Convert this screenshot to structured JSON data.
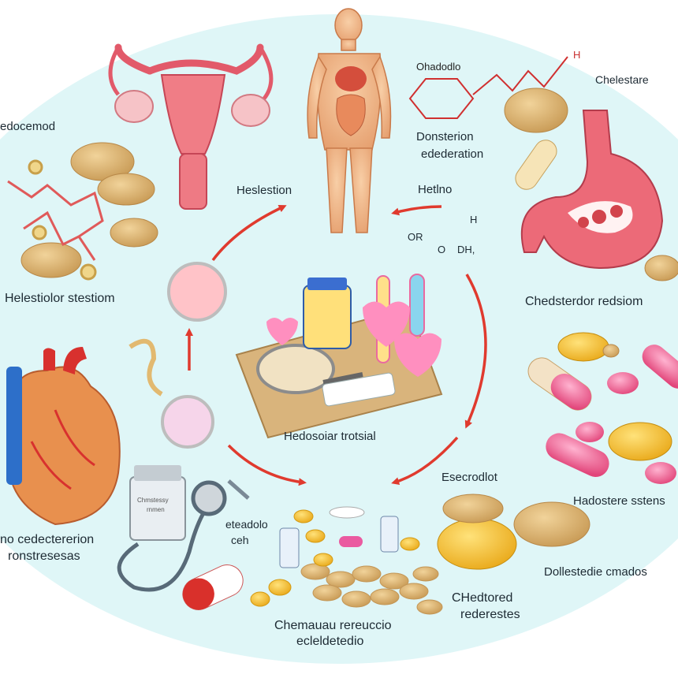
{
  "labels": {
    "ovary_left": "edocemod",
    "fat_tissue": "Helestiolor stestiom",
    "top_arrow": "Heslestion",
    "chem_title_line1": "Ohadodlo",
    "chem_h": "H",
    "chem_caption_line1": "Donsterion",
    "chem_caption_line2": "edederation",
    "cholesterol_top": "Chelestare",
    "molecule_title": "Hetlno",
    "molecule_h": "H",
    "molecule_or": "OR",
    "molecule_o": "O",
    "molecule_dh": "DH,",
    "stomach": "Chedsterdor redsiom",
    "center": "Hedosoiar trotsial",
    "heart_line1": "no cedectererion",
    "heart_line2": "ronstresesas",
    "stethoscope_line1": "eteadolo",
    "stethoscope_line2": "ceh",
    "pills_right": "Hadostere sstens",
    "capsule_label": "Esecrodlot",
    "bottom_right": "Dollestedie cmados",
    "bottom_mid_line1": "CHedtored",
    "bottom_mid_line2": "rederestes",
    "bottom_line1": "Chemauau rereuccio",
    "bottom_line2": "ecleldetedio",
    "bottle_label_line1": "Chmstessy",
    "bottle_label_line2": "rnmen"
  },
  "colors": {
    "background_oval": "#dff6f7",
    "arrow_red": "#e03a2e",
    "pill_pink": "#ef5a8a",
    "pill_tan": "#d8b070",
    "capsule_red": "#d9302b",
    "heart_red": "#e04a36",
    "vessel_blue": "#2d6fc9",
    "gold": "#f4c22e"
  },
  "icons": [
    "uterus-icon",
    "human-body-icon",
    "molecule-icon",
    "stomach-icon",
    "heart-icon",
    "stethoscope-icon",
    "medicine-bottle-icon",
    "magnifier-icon",
    "test-tube-icon",
    "capsule-icon",
    "tablet-icon",
    "cell-icon"
  ]
}
